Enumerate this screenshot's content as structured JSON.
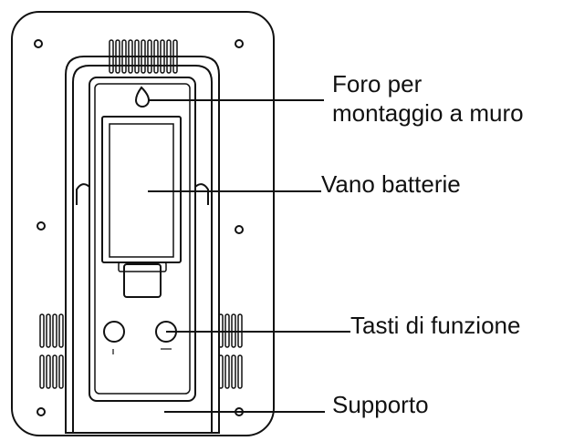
{
  "labels": {
    "wall_mount_hole": [
      "Foro per",
      "montaggio a muro"
    ],
    "battery_compartment": "Vano batterie",
    "function_keys": "Tasti di funzione",
    "stand": "Supporto"
  },
  "colors": {
    "line": "#111111",
    "background": "#ffffff"
  }
}
